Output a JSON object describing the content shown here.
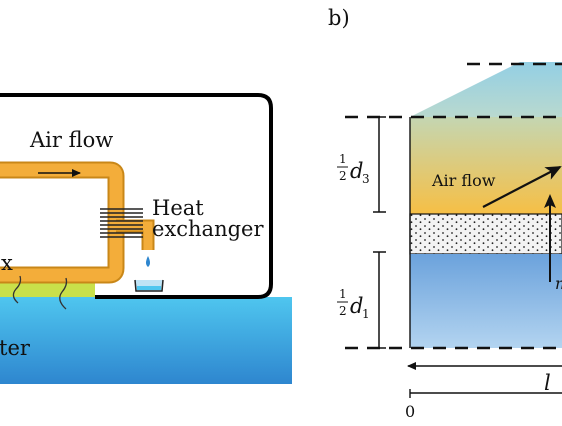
{
  "panel_b": {
    "label": "b)"
  },
  "panel_a": {
    "air_flow": "Air flow",
    "heat": "Heat",
    "exchanger": "exchanger",
    "flux_fragment": "x",
    "water_fragment": "ter"
  },
  "diagram_b": {
    "half_d3_num": "1",
    "half_d3_den": "2",
    "half_d3_sym": "d",
    "half_d3_sub": "3",
    "half_d1_num": "1",
    "half_d1_den": "2",
    "half_d1_sym": "d",
    "half_d1_sub": "1",
    "air_flow": "Air flow",
    "length": "l",
    "origin": "0",
    "m_fragment": "m"
  },
  "colors": {
    "water_top": "#4fc6ef",
    "water_bottom": "#2e86cf",
    "duct": "#f3ad3a",
    "duct_edge": "#c98718",
    "film": "#c9e04a",
    "band_sky": "#a9d4dd",
    "band_air_top": "#c4d6b2",
    "band_air_bottom": "#f3c04f",
    "band_water_top": "#6ba2dc",
    "band_water_bottom": "#aed1ef"
  }
}
